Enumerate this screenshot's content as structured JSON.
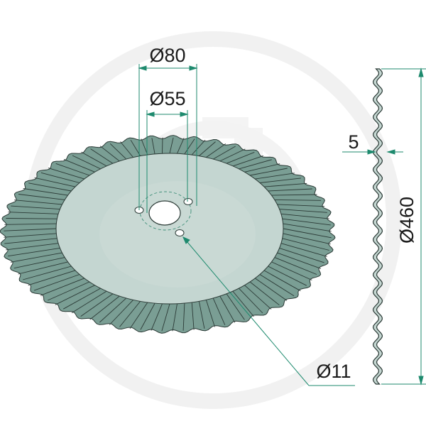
{
  "drawing": {
    "title": "Wavy coulter disc technical drawing",
    "colors": {
      "background": "#ffffff",
      "watermark": "#f2f2f2",
      "disc_outer": "#7a9e94",
      "disc_inner": "#c4d6d1",
      "outline": "#2b3a36",
      "dimension": "#1e8a6e",
      "text": "#1a1a1a",
      "profile_fill": "#c4d6d1"
    },
    "dimensions": {
      "bolt_circle": {
        "label": "Ø80",
        "value_mm": 80
      },
      "center_bore": {
        "label": "Ø55",
        "value_mm": 55
      },
      "bolt_hole": {
        "label": "Ø11",
        "value_mm": 11
      },
      "wave_depth": {
        "label": "5",
        "value_mm": 5
      },
      "outer_diameter": {
        "label": "Ø460",
        "value_mm": 460
      }
    },
    "features": {
      "bolt_hole_count": 3,
      "view_front": "wavy disc with radial corrugations",
      "view_side": "profile showing wave pattern"
    }
  }
}
